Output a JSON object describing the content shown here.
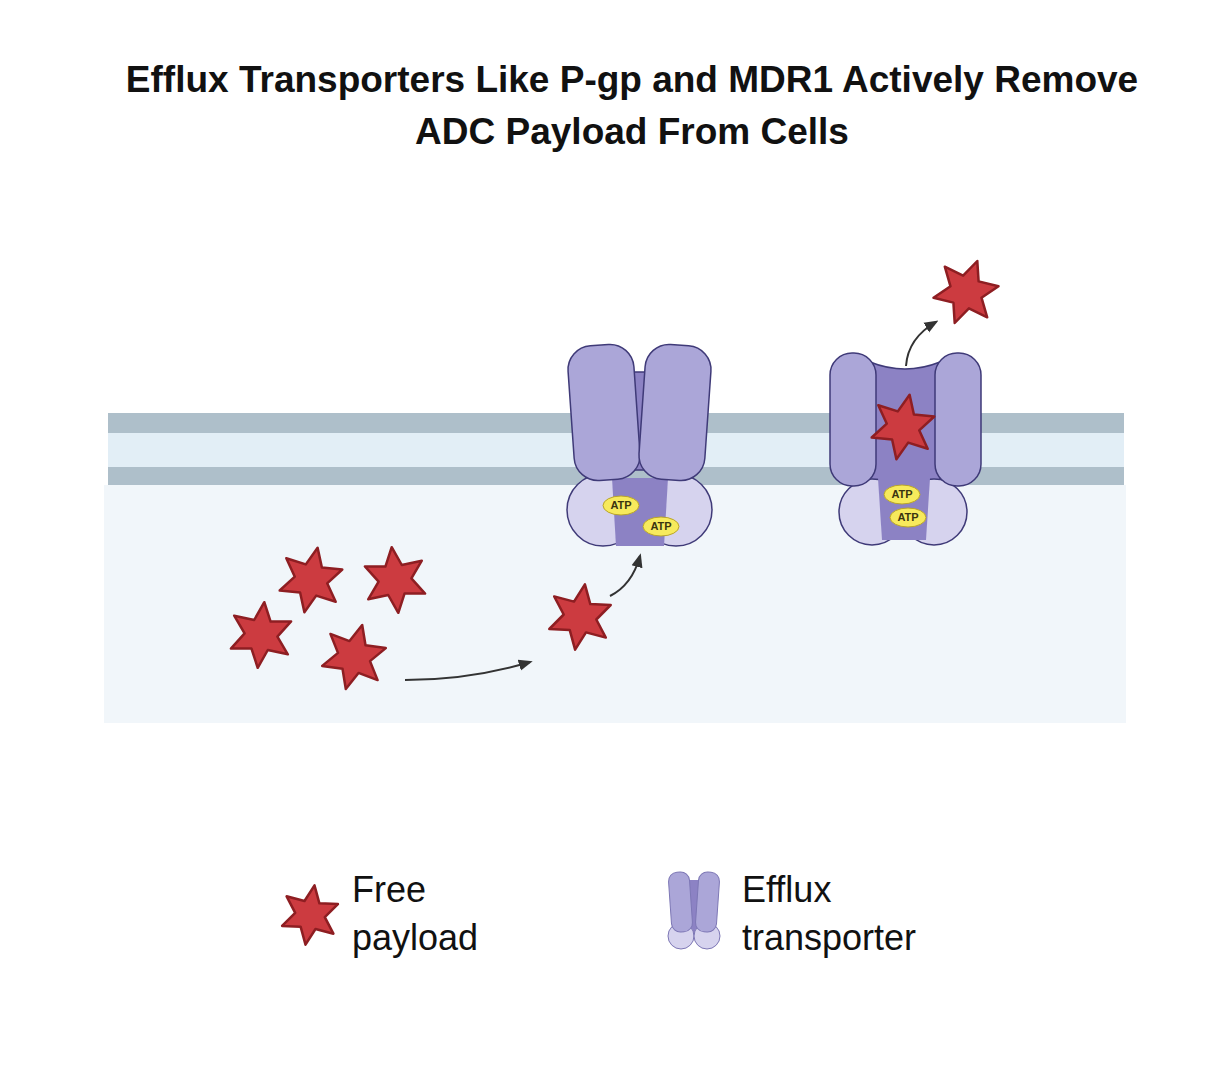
{
  "diagram": {
    "title": "Efflux Transporters Like P-gp and MDR1 Actively Remove ADC Payload From Cells",
    "nodes": [
      {
        "text": [
          "ATP"
        ]
      },
      {
        "text": [
          "ATP"
        ]
      },
      {
        "text": [
          "ATP"
        ]
      },
      {
        "text": [
          "ATP"
        ]
      }
    ],
    "edges": [],
    "legend": [
      {
        "text": "Free payload"
      },
      {
        "text": "Efflux transporter"
      }
    ]
  }
}
